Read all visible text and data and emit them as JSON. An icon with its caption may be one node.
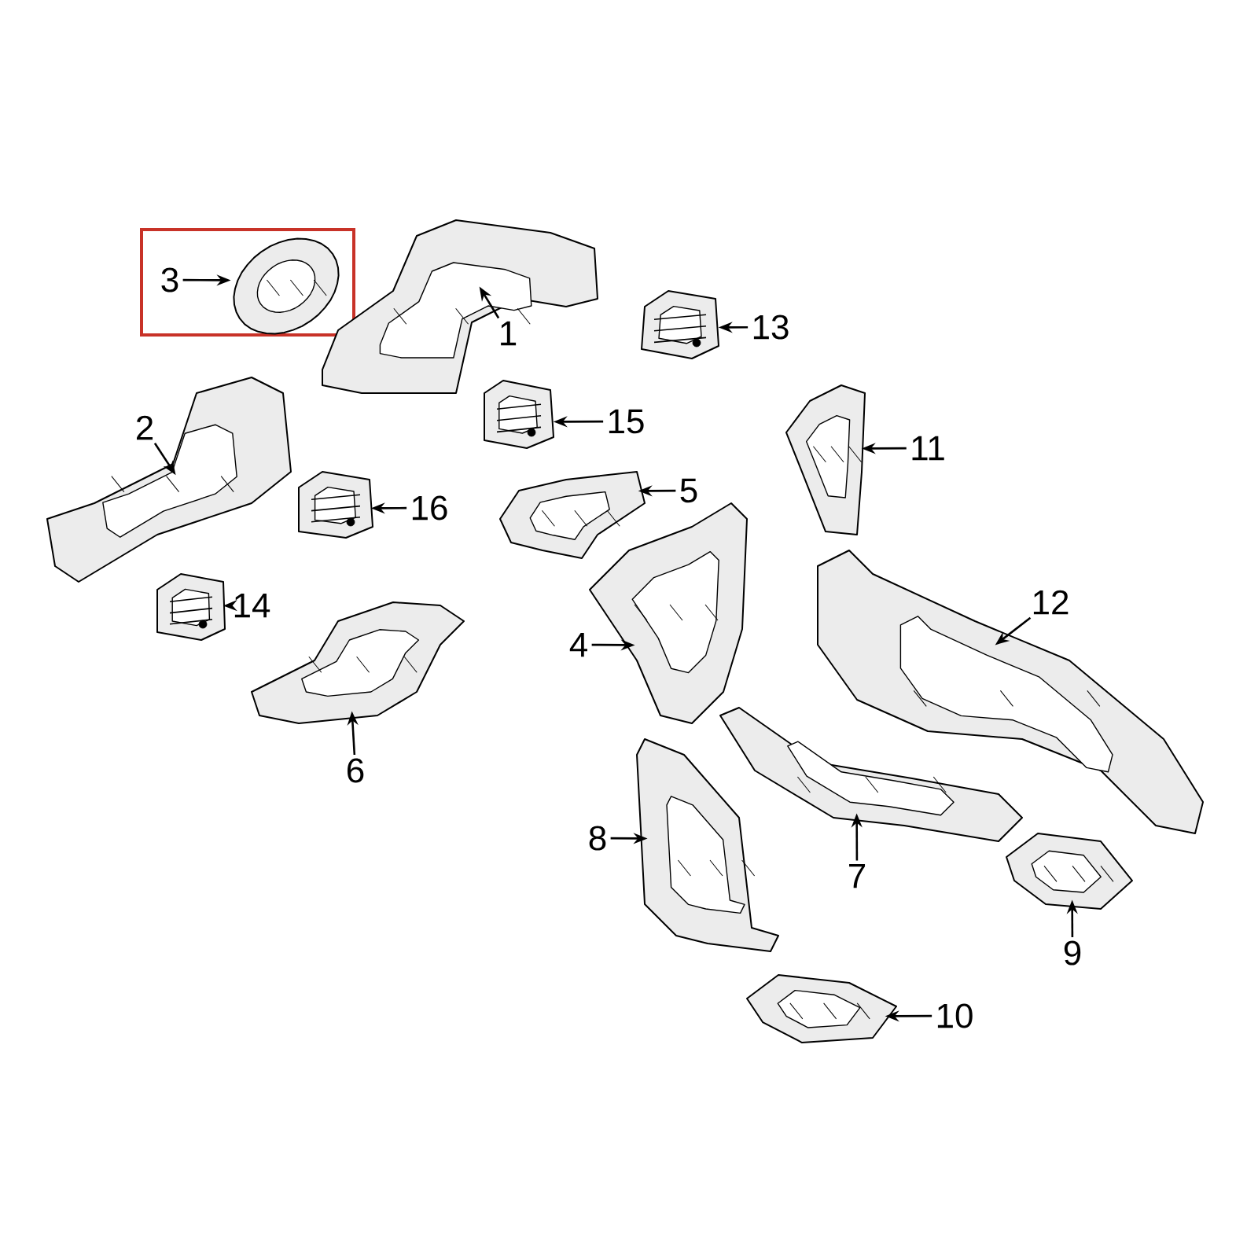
{
  "diagram": {
    "nodes": [
      {
        "text": [
          "3"
        ]
      },
      {
        "text": [],
        "shape": "picture"
      },
      {
        "text": [
          "1"
        ]
      },
      {
        "text": [],
        "shape": "picture"
      },
      {
        "text": [
          "13"
        ]
      },
      {
        "text": [],
        "shape": "picture"
      },
      {
        "text": [
          "15"
        ]
      },
      {
        "text": [],
        "shape": "picture"
      },
      {
        "text": [
          "2"
        ]
      },
      {
        "text": [],
        "shape": "picture"
      },
      {
        "text": [
          "11"
        ]
      },
      {
        "text": [],
        "shape": "picture"
      },
      {
        "text": [
          "5"
        ]
      },
      {
        "text": [],
        "shape": "picture"
      },
      {
        "text": [
          "16"
        ]
      },
      {
        "text": [],
        "shape": "picture"
      },
      {
        "text": [
          "12"
        ]
      },
      {
        "text": [],
        "shape": "picture"
      },
      {
        "text": [
          "14"
        ]
      },
      {
        "text": [],
        "shape": "picture"
      },
      {
        "text": [
          "4"
        ]
      },
      {
        "text": [],
        "shape": "picture"
      },
      {
        "text": [
          "6"
        ]
      },
      {
        "text": [],
        "shape": "picture"
      },
      {
        "text": [
          "8"
        ]
      },
      {
        "text": [],
        "shape": "picture"
      },
      {
        "text": [
          "7"
        ]
      },
      {
        "text": [],
        "shape": "picture"
      },
      {
        "text": [
          "9"
        ]
      },
      {
        "text": [],
        "shape": "picture"
      },
      {
        "text": [
          "10"
        ]
      },
      {
        "text": [],
        "shape": "picture"
      }
    ],
    "edges": [
      {
        "from": 0,
        "to": 1,
        "arrow": "to"
      },
      {
        "from": 2,
        "to": 3,
        "arrow": "to"
      },
      {
        "from": 4,
        "to": 5,
        "arrow": "to"
      },
      {
        "from": 6,
        "to": 7,
        "arrow": "to"
      },
      {
        "from": 8,
        "to": 9,
        "arrow": "to"
      },
      {
        "from": 10,
        "to": 11,
        "arrow": "to"
      },
      {
        "from": 12,
        "to": 13,
        "arrow": "to"
      },
      {
        "from": 14,
        "to": 15,
        "arrow": "to"
      },
      {
        "from": 16,
        "to": 17,
        "arrow": "to"
      },
      {
        "from": 18,
        "to": 19,
        "arrow": "to"
      },
      {
        "from": 20,
        "to": 21,
        "arrow": "to"
      },
      {
        "from": 22,
        "to": 23,
        "arrow": "to"
      },
      {
        "from": 24,
        "to": 25,
        "arrow": "to"
      },
      {
        "from": 26,
        "to": 27,
        "arrow": "to"
      },
      {
        "from": 28,
        "to": 29,
        "arrow": "to"
      },
      {
        "from": 30,
        "to": 31,
        "arrow": "to"
      }
    ]
  }
}
